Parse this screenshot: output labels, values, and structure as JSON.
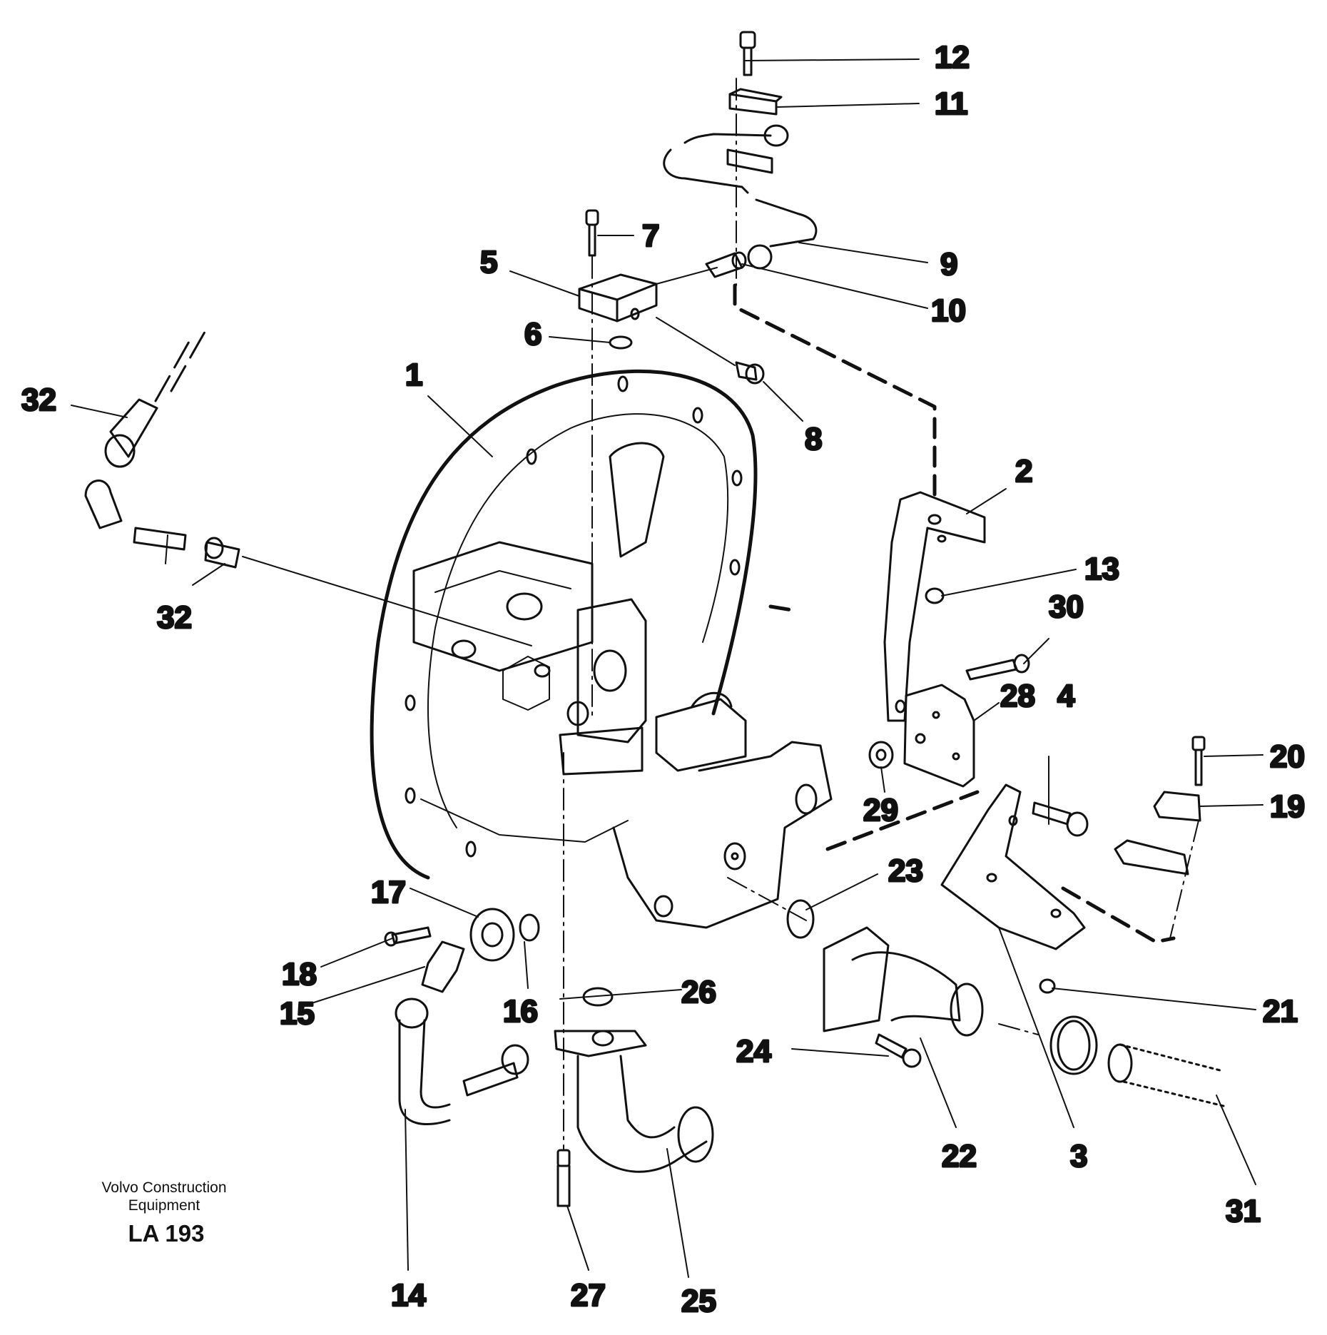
{
  "diagram": {
    "parts": [
      {
        "number": "1"
      },
      {
        "number": "2"
      },
      {
        "number": "3"
      },
      {
        "number": "4"
      },
      {
        "number": "5"
      },
      {
        "number": "6"
      },
      {
        "number": "7"
      },
      {
        "number": "8"
      },
      {
        "number": "9"
      },
      {
        "number": "10"
      },
      {
        "number": "11"
      },
      {
        "number": "12"
      },
      {
        "number": "13"
      },
      {
        "number": "14"
      },
      {
        "number": "15"
      },
      {
        "number": "16"
      },
      {
        "number": "17"
      },
      {
        "number": "18"
      },
      {
        "number": "19"
      },
      {
        "number": "20"
      },
      {
        "number": "21"
      },
      {
        "number": "22"
      },
      {
        "number": "23"
      },
      {
        "number": "24"
      },
      {
        "number": "25"
      },
      {
        "number": "26"
      },
      {
        "number": "27"
      },
      {
        "number": "28"
      },
      {
        "number": "29"
      },
      {
        "number": "30"
      },
      {
        "number": "31"
      },
      {
        "number": "32"
      },
      {
        "number": "32"
      }
    ],
    "credit": {
      "line1": "Volvo Construction",
      "line2": "Equipment",
      "code": "LA 193"
    }
  },
  "colors": {
    "ink": "#111111",
    "background": "#ffffff"
  }
}
